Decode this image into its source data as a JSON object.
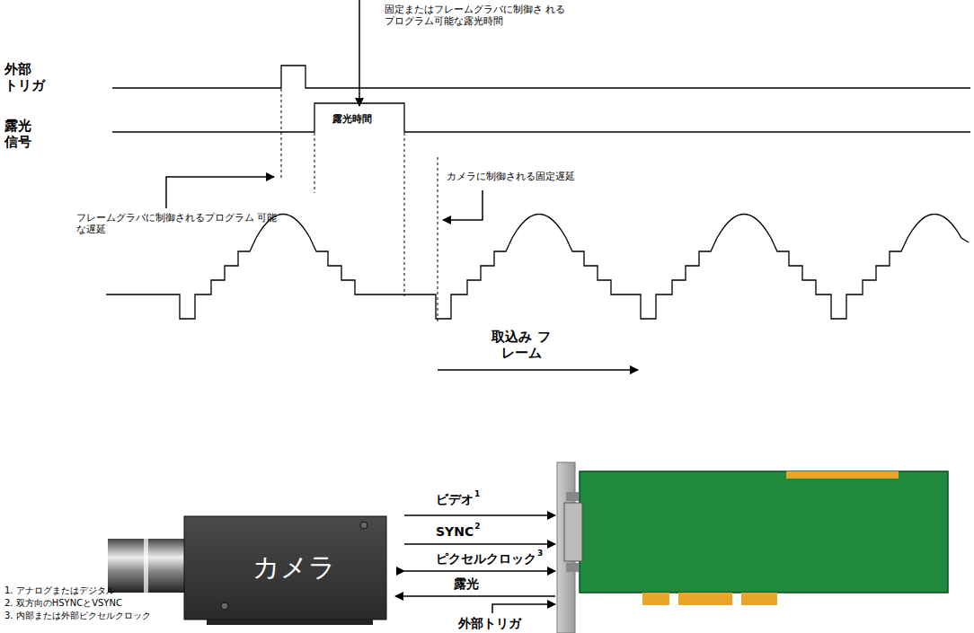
{
  "diagram": {
    "nodes": [
      {
        "text": [
          "カメラ"
        ]
      }
    ],
    "labels": [
      "固定またはフレームグラバに制御さ れるプログラム可能な露光時間",
      "外部 トリガ",
      "露光時間",
      "露光 信号",
      "フレームグラバに制御されるプログラム 可能な遅延",
      "カメラに制御される固定遅延",
      "取込み フレーム",
      "ビデオ",
      "1",
      "SYNC",
      "2",
      "ピクセルクロック",
      "3",
      "露光",
      "外部トリガ",
      "1. アナログまたはデジタル",
      "2. 双方向のHSYNCとVSYNC",
      "3. 内部または外部ピクセルクロック"
    ]
  }
}
